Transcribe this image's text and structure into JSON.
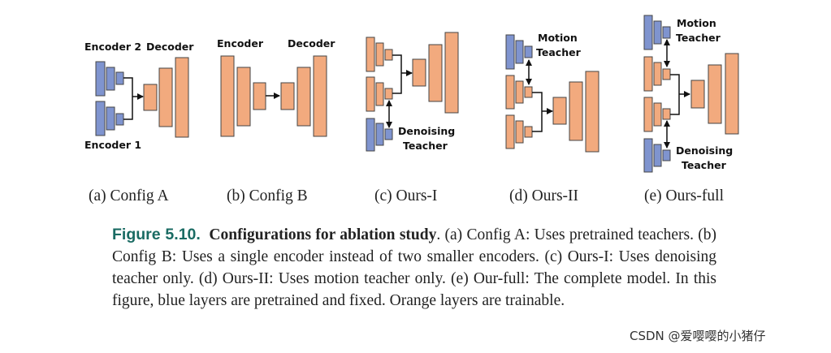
{
  "figure": {
    "panel_a": {
      "encoder_top": "Encoder 2",
      "encoder_bottom": "Encoder 1",
      "decoder": "Decoder"
    },
    "panel_b": {
      "encoder": "Encoder",
      "decoder": "Decoder"
    },
    "panel_c": {
      "teacher_line1": "Denoising",
      "teacher_line2": "Teacher"
    },
    "panel_d": {
      "teacher_line1": "Motion",
      "teacher_line2": "Teacher"
    },
    "panel_e": {
      "teacher_top_line1": "Motion",
      "teacher_top_line2": "Teacher",
      "teacher_bottom_line1": "Denoising",
      "teacher_bottom_line2": "Teacher"
    },
    "colors": {
      "pretrained": "#7f94cf",
      "trainable": "#f2aa7e",
      "edge": "#444444"
    }
  },
  "subcaptions": {
    "a": "(a) Config A",
    "b": "(b) Config B",
    "c": "(c) Ours-I",
    "d": "(d) Ours-II",
    "e": "(e) Ours-full"
  },
  "caption": {
    "label": "Figure 5.10.",
    "title": "Configurations for ablation study",
    "text": ". (a) Config A: Uses pretrained teachers. (b) Config B: Uses a single encoder instead of two smaller encoders. (c) Ours-I: Uses denoising teacher only. (d) Ours-II: Uses motion teacher only. (e) Our-full: The complete model. In this figure, blue layers are pretrained and fixed. Orange layers are trainable."
  },
  "watermark": "CSDN @爱嘤嘤的小猪仔"
}
